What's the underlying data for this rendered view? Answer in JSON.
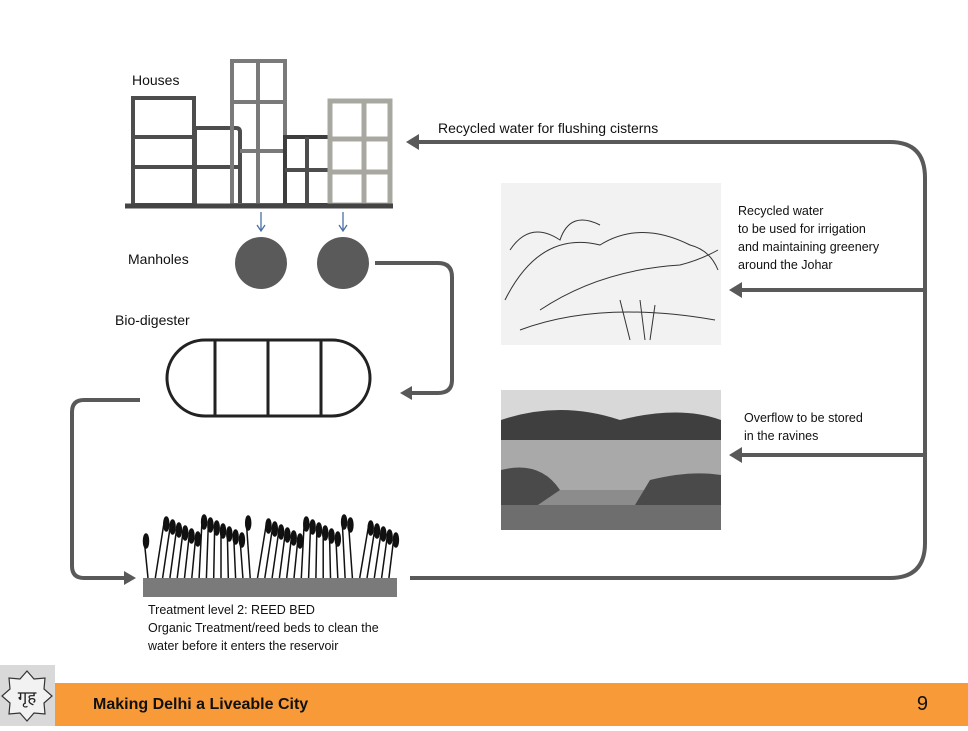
{
  "labels": {
    "houses": "Houses",
    "manholes": "Manholes",
    "bio_digester": "Bio-digester",
    "recycled_flushing": "Recycled water for flushing cisterns",
    "irrigation": [
      "Recycled water",
      "to be used for irrigation",
      "and maintaining greenery",
      "around the Johar"
    ],
    "overflow": [
      "Overflow to be stored",
      "in the ravines"
    ],
    "reed_bed": [
      "Treatment level 2: REED BED",
      "Organic Treatment/reed beds to clean the",
      "water before it enters the reservoir"
    ]
  },
  "footer": {
    "title": "Making Delhi a Liveable City",
    "page_number": "9",
    "logo_text": "गृह"
  },
  "colors": {
    "footer": "#f89a38",
    "lines": "#595959",
    "arrow_blue": "#4a6fa5"
  }
}
